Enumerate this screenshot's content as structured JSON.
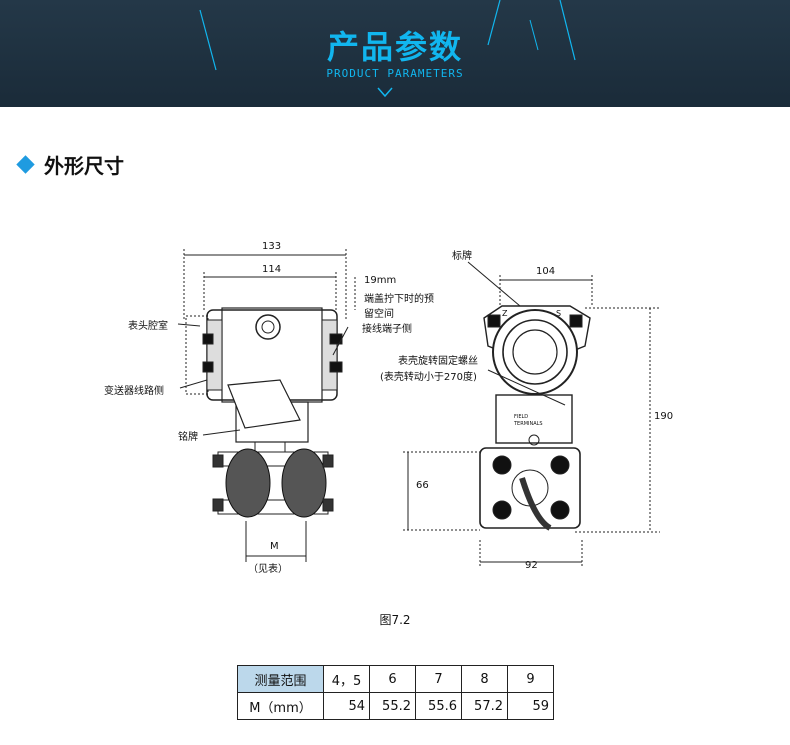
{
  "banner": {
    "title_cn": "产品参数",
    "title_en": "PRODUCT PARAMETERS"
  },
  "section": {
    "title": "外形尺寸"
  },
  "figure": {
    "dim_133": "133",
    "dim_114": "114",
    "dim_19": "19mm",
    "note_cover": "端盖拧下时的预",
    "note_cover2": "留空间",
    "label_housing": "表头腔室",
    "label_terminal": "接线端子侧",
    "label_line_side": "变送器线路侧",
    "label_nameplate": "铭牌",
    "label_M": "M",
    "label_see_table": "（见表）",
    "label_sign": "标牌",
    "dim_104": "104",
    "label_screw": "表壳旋转固定螺丝",
    "label_rotate": "(表壳转动小于270度)",
    "dim_190": "190",
    "dim_66": "66",
    "dim_92": "92",
    "mark_z": "Z",
    "mark_s": "S",
    "field_terminals": "FIELD TERMINALS",
    "caption": "图7.2"
  },
  "table": {
    "row1": {
      "head": "测量范围",
      "cells": [
        "4，5",
        "6",
        "7",
        "8",
        "9"
      ]
    },
    "row2": {
      "head": "M（mm）",
      "cells": [
        "54",
        "55.2",
        "55.6",
        "57.2",
        "59"
      ]
    }
  },
  "colors": {
    "banner_bg": "#1f3242",
    "accent": "#11b6ef",
    "table_head": "#bcd8eb"
  }
}
